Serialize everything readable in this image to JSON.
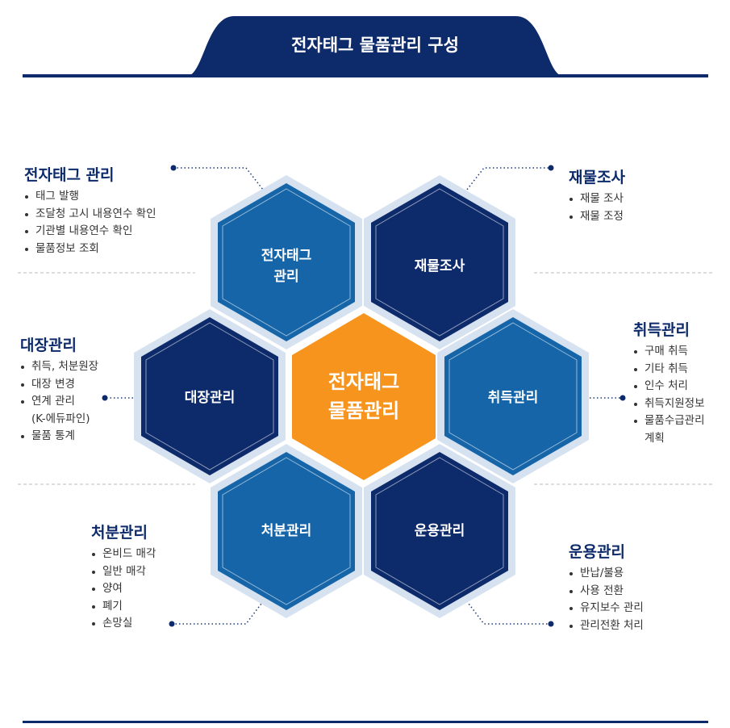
{
  "header": {
    "title": "전자태그 물품관리 구성"
  },
  "center": {
    "label": "전자태그\n물품관리"
  },
  "hexes": [
    {
      "id": "rfid",
      "label": "전자태그\n관리"
    },
    {
      "id": "inspection",
      "label": "재물조사"
    },
    {
      "id": "ledger",
      "label": "대장관리"
    },
    {
      "id": "acquisition",
      "label": "취득관리"
    },
    {
      "id": "disposal",
      "label": "처분관리"
    },
    {
      "id": "operation",
      "label": "운용관리"
    }
  ],
  "panels": {
    "rfid": {
      "title": "전자태그 관리",
      "items": [
        "태그 발행",
        "조달청 고시 내용연수 확인",
        "기관별 내용연수 확인",
        "물품정보 조회"
      ]
    },
    "inspection": {
      "title": "재물조사",
      "items": [
        "재물 조사",
        "재물 조정"
      ]
    },
    "ledger": {
      "title": "대장관리",
      "items": [
        "취득, 처분원장",
        "대장 변경",
        "연계 관리",
        "(K-에듀파인)",
        "물품 통계"
      ]
    },
    "acquisition": {
      "title": "취득관리",
      "items": [
        "구매 취득",
        "기타 취득",
        "인수 처리",
        "취득지원정보",
        "물품수급관리",
        "계획"
      ]
    },
    "disposal": {
      "title": "처분관리",
      "items": [
        "온비드 매각",
        "일반 매각",
        "양여",
        "폐기",
        "손망실"
      ]
    },
    "operation": {
      "title": "운용관리",
      "items": [
        "반납/불용",
        "사용 전환",
        "유지보수 관리",
        "관리전환 처리"
      ]
    }
  },
  "colors": {
    "navy": "#0d2a6b",
    "mid_blue": "#1565a8",
    "orange": "#f7941d",
    "halo": "#d7e2f1"
  }
}
